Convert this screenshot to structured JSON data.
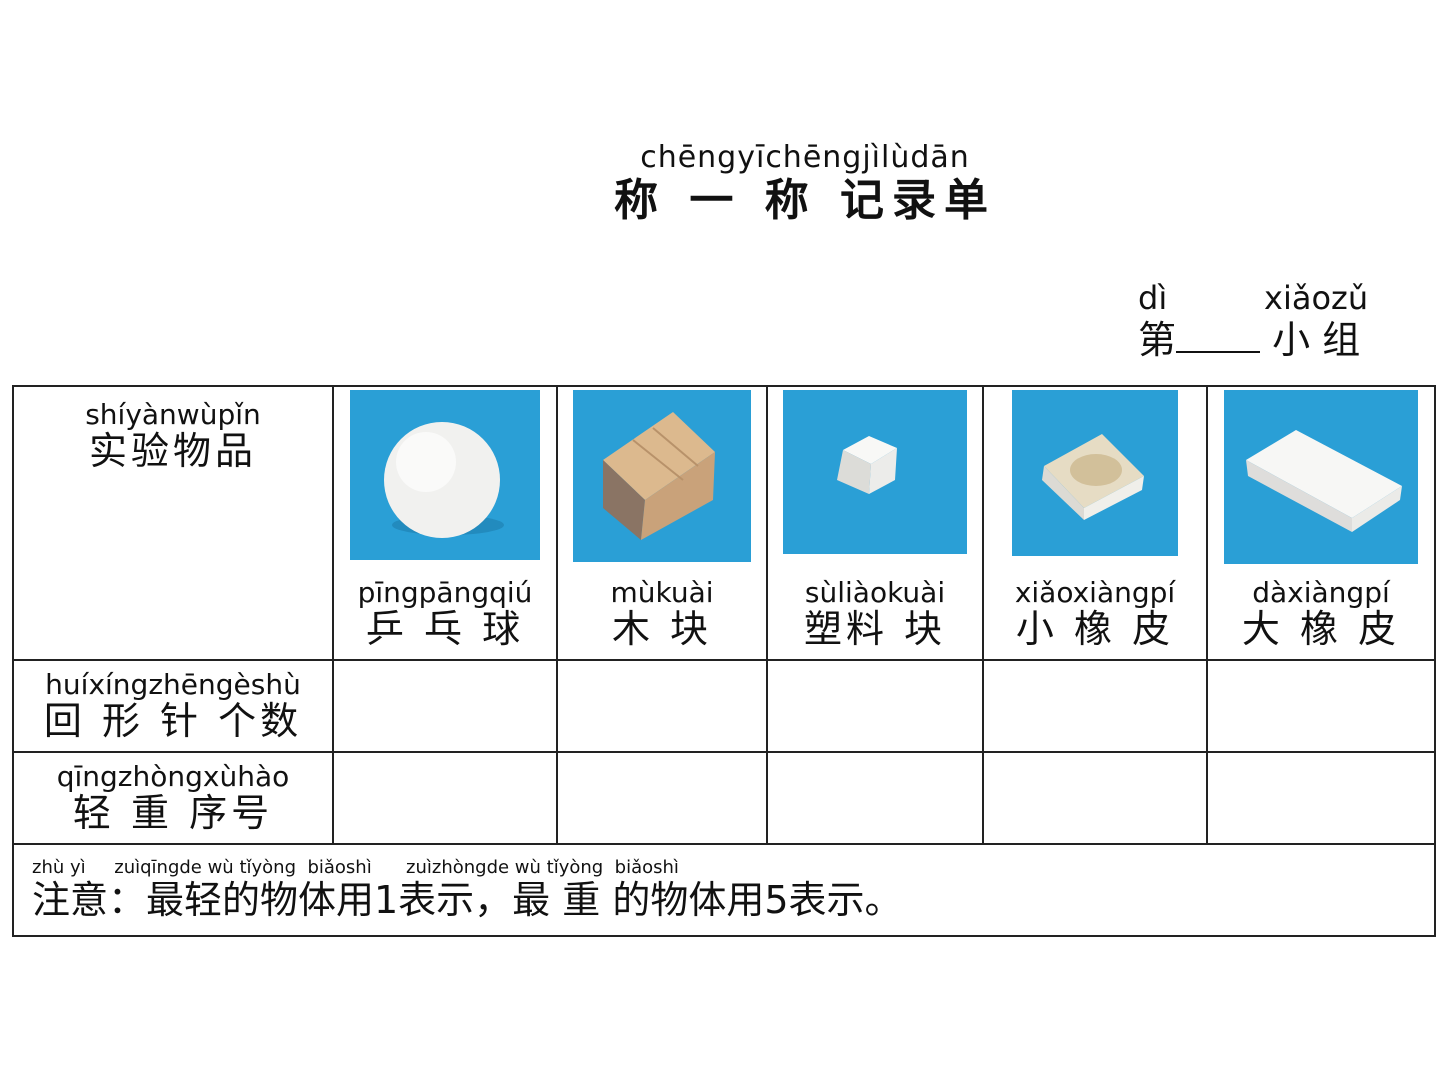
{
  "title": {
    "pinyin": "chēngyīchēngjìlùdān",
    "han": "称 一 称 记录单"
  },
  "group": {
    "pinyin_di": "dì",
    "pinyin_xiaozu": "xiǎozǔ",
    "han_di": "第",
    "han_xiaozu": "小 组"
  },
  "rows": {
    "items_header": {
      "pinyin": "shíyànwùpǐn",
      "han": "实验物品"
    },
    "clip_count": {
      "pinyin": "huíxíngzhēngèshù",
      "han": "回 形 针 个数"
    },
    "weight_order": {
      "pinyin": "qīngzhòngxùhào",
      "han": "轻  重 序号"
    }
  },
  "items": [
    {
      "pinyin": "pīngpāngqiú",
      "han": "乒 乓 球",
      "photo_icon": "ping-pong-ball-photo"
    },
    {
      "pinyin": "mùkuài",
      "han": "木 块",
      "photo_icon": "wooden-block-photo"
    },
    {
      "pinyin": "sùliàokuài",
      "han": "塑料 块",
      "photo_icon": "plastic-block-photo"
    },
    {
      "pinyin": "xiǎoxiàngpí",
      "han": "小  橡 皮",
      "photo_icon": "small-eraser-photo"
    },
    {
      "pinyin": "dàxiàngpí",
      "han": "大 橡 皮",
      "photo_icon": "big-eraser-photo"
    }
  ],
  "note": {
    "pinyin": "zhù yì     zuìqīngde wù tǐyòng  biǎoshì      zuìzhòngde wù tǐyòng  biǎoshì",
    "han": "注意：最轻的物体用1表示，最 重 的物体用5表示。"
  },
  "colors": {
    "photo_background": "#2a9fd6",
    "border": "#222222"
  }
}
